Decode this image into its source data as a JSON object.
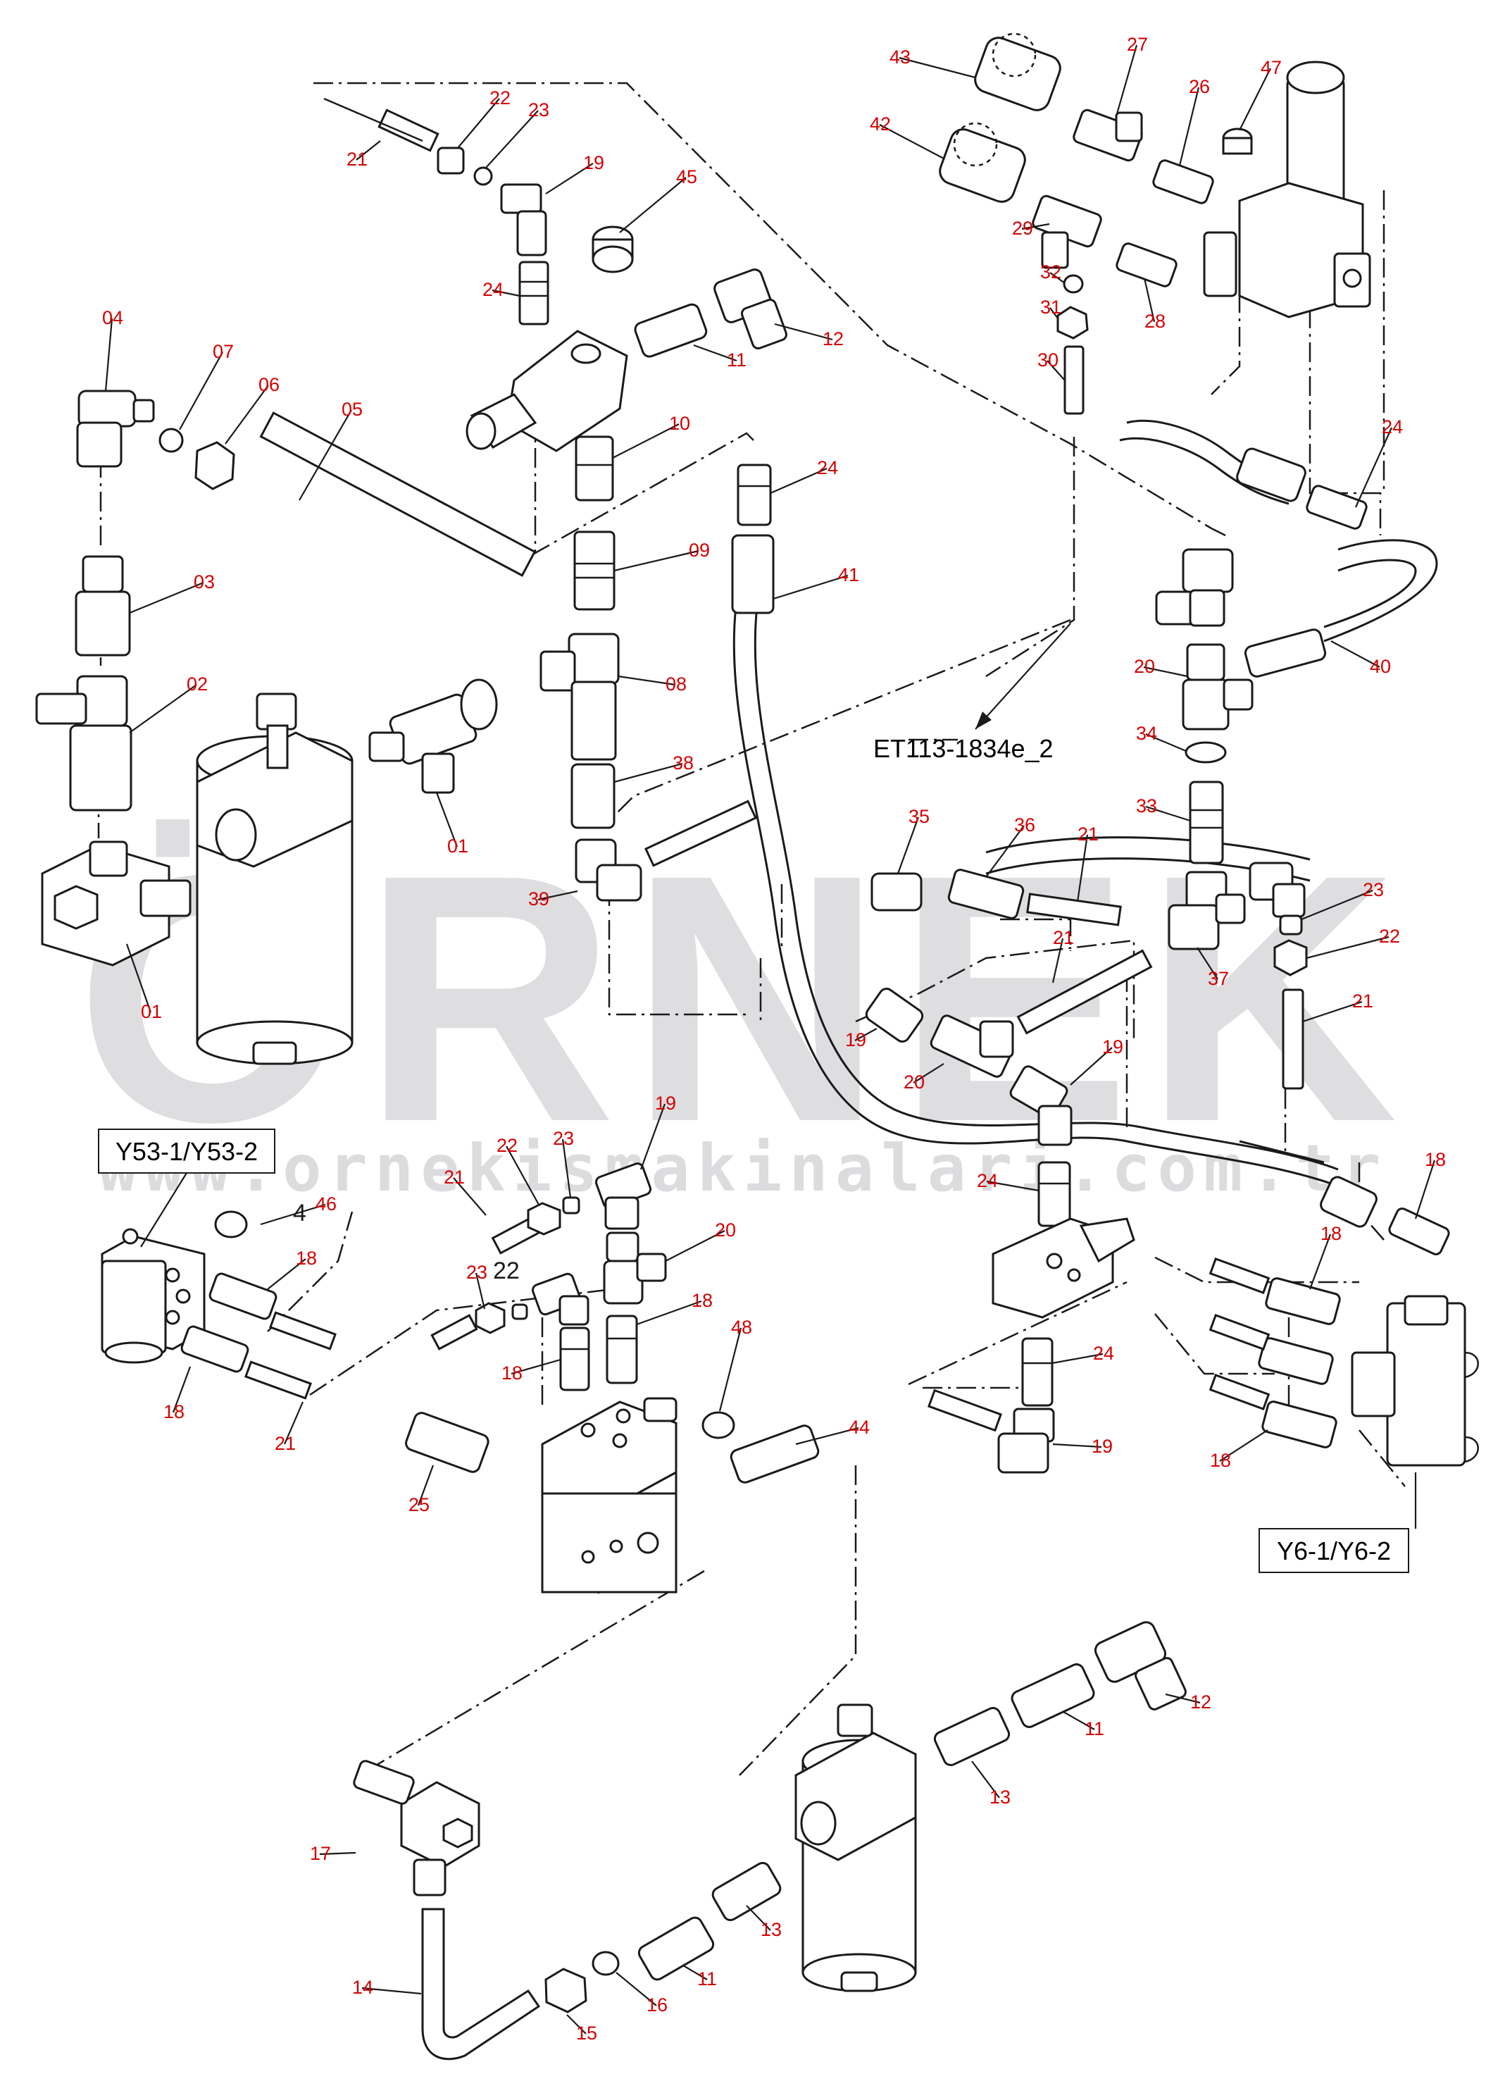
{
  "colors": {
    "callout": "#d40000",
    "ink": "#1a1a1a",
    "watermark": "#d9d9dc",
    "watermark_accent": "#f2c233"
  },
  "watermark": {
    "brand": "ÖRNEK",
    "url": "www.ornekismakinalari.com.tr"
  },
  "boxes": [
    {
      "id": "y53",
      "label": "Y53-1/Y53-2"
    },
    {
      "id": "y6",
      "label": "Y6-1/Y6-2"
    }
  ],
  "reference": {
    "label": "ET113-1834e_2"
  },
  "stray_labels": [
    {
      "id": "ink22",
      "text": "22"
    },
    {
      "id": "ink4",
      "text": "4"
    }
  ],
  "callouts": [
    {
      "id": "c43",
      "text": "43"
    },
    {
      "id": "c27",
      "text": "27"
    },
    {
      "id": "c26",
      "text": "26"
    },
    {
      "id": "c47",
      "text": "47"
    },
    {
      "id": "c42",
      "text": "42"
    },
    {
      "id": "c29",
      "text": "29"
    },
    {
      "id": "c32",
      "text": "32"
    },
    {
      "id": "c31",
      "text": "31"
    },
    {
      "id": "c28",
      "text": "28"
    },
    {
      "id": "c30",
      "text": "30"
    },
    {
      "id": "c24a",
      "text": "24"
    },
    {
      "id": "c22a",
      "text": "22"
    },
    {
      "id": "c23a",
      "text": "23"
    },
    {
      "id": "c21a",
      "text": "21"
    },
    {
      "id": "c19a",
      "text": "19"
    },
    {
      "id": "c45",
      "text": "45"
    },
    {
      "id": "c24b",
      "text": "24"
    },
    {
      "id": "c12a",
      "text": "12"
    },
    {
      "id": "c11a",
      "text": "11"
    },
    {
      "id": "c04",
      "text": "04"
    },
    {
      "id": "c07",
      "text": "07"
    },
    {
      "id": "c06",
      "text": "06"
    },
    {
      "id": "c05",
      "text": "05"
    },
    {
      "id": "c10",
      "text": "10"
    },
    {
      "id": "c24c",
      "text": "24"
    },
    {
      "id": "c09",
      "text": "09"
    },
    {
      "id": "c41",
      "text": "41"
    },
    {
      "id": "c03",
      "text": "03"
    },
    {
      "id": "c02",
      "text": "02"
    },
    {
      "id": "c08",
      "text": "08"
    },
    {
      "id": "c20a",
      "text": "20"
    },
    {
      "id": "c40",
      "text": "40"
    },
    {
      "id": "c34",
      "text": "34"
    },
    {
      "id": "c01a",
      "text": "01"
    },
    {
      "id": "c38",
      "text": "38"
    },
    {
      "id": "c33",
      "text": "33"
    },
    {
      "id": "c35",
      "text": "35"
    },
    {
      "id": "c36",
      "text": "36"
    },
    {
      "id": "c21b",
      "text": "21"
    },
    {
      "id": "c39",
      "text": "39"
    },
    {
      "id": "c23b",
      "text": "23"
    },
    {
      "id": "c22b",
      "text": "22"
    },
    {
      "id": "c01b",
      "text": "01"
    },
    {
      "id": "c21c",
      "text": "21"
    },
    {
      "id": "c37",
      "text": "37"
    },
    {
      "id": "c21d",
      "text": "21"
    },
    {
      "id": "c19b",
      "text": "19"
    },
    {
      "id": "c19c",
      "text": "19"
    },
    {
      "id": "c20b",
      "text": "20"
    },
    {
      "id": "c19d",
      "text": "19"
    },
    {
      "id": "c23c",
      "text": "23"
    },
    {
      "id": "c22c",
      "text": "22"
    },
    {
      "id": "c18a",
      "text": "18"
    },
    {
      "id": "c21e",
      "text": "21"
    },
    {
      "id": "c24d",
      "text": "24"
    },
    {
      "id": "c46",
      "text": "46"
    },
    {
      "id": "c20c",
      "text": "20"
    },
    {
      "id": "c18b",
      "text": "18"
    },
    {
      "id": "c23d",
      "text": "23"
    },
    {
      "id": "c18c",
      "text": "18"
    },
    {
      "id": "c18d",
      "text": "18"
    },
    {
      "id": "c18e",
      "text": "18"
    },
    {
      "id": "c18f",
      "text": "18"
    },
    {
      "id": "c24e",
      "text": "24"
    },
    {
      "id": "c48",
      "text": "48"
    },
    {
      "id": "c44",
      "text": "44"
    },
    {
      "id": "c21f",
      "text": "21"
    },
    {
      "id": "c25",
      "text": "25"
    },
    {
      "id": "c19e",
      "text": "19"
    },
    {
      "id": "c18g",
      "text": "18"
    },
    {
      "id": "c12b",
      "text": "12"
    },
    {
      "id": "c11b",
      "text": "11"
    },
    {
      "id": "c13a",
      "text": "13"
    },
    {
      "id": "c17",
      "text": "17"
    },
    {
      "id": "c13b",
      "text": "13"
    },
    {
      "id": "c11c",
      "text": "11"
    },
    {
      "id": "c14",
      "text": "14"
    },
    {
      "id": "c16",
      "text": "16"
    },
    {
      "id": "c15",
      "text": "15"
    }
  ]
}
